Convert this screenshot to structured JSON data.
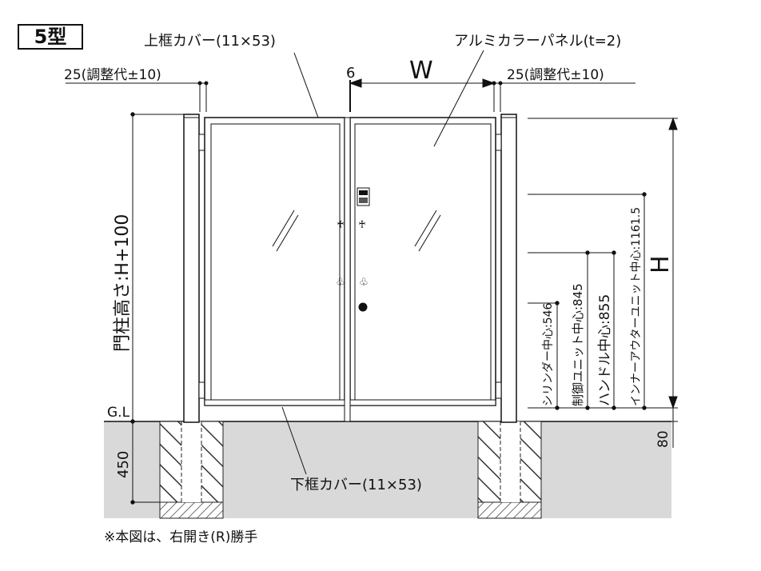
{
  "model_label": "5型",
  "labels": {
    "top_frame_cover": "上框カバー(11×53)",
    "bottom_frame_cover": "下框カバー(11×53)",
    "panel": "アルミカラーパネル(t=2)",
    "adjust_left": "25(調整代±10)",
    "adjust_right": "25(調整代±10)",
    "gap": "6",
    "width": "W",
    "height": "H",
    "post_height": "門柱高さ:H+100",
    "gl": "G.L",
    "depth": "450",
    "footing": "80",
    "cylinder_center": "シリンダー中心:546",
    "control_unit_center": "制御ユニット中心:845",
    "handle_center": "ハンドル中心:855",
    "inner_outer_unit_center": "インナーアウターユニット中心:1161.5"
  },
  "footnote": "※本図は、右開き(R)勝手"
}
